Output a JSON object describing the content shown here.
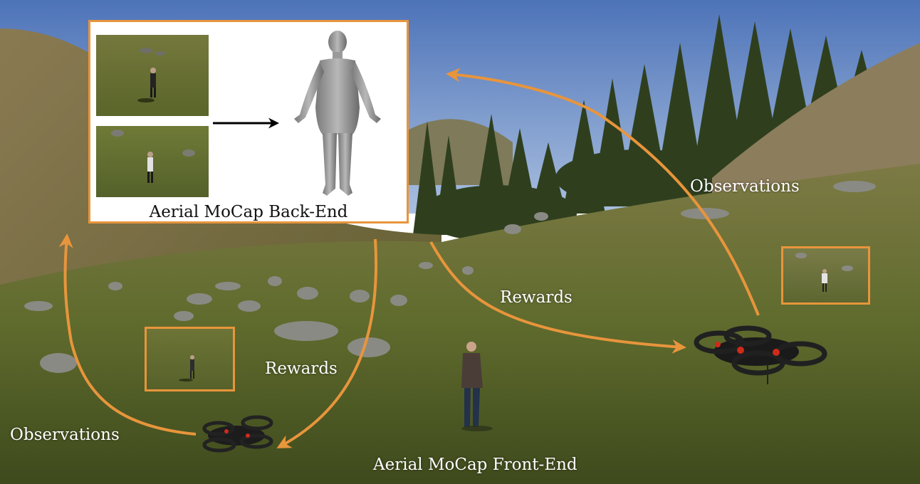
{
  "labels": {
    "backend_title": "Aerial MoCap Back-End",
    "frontend_title": "Aerial MoCap Front-End",
    "observations_left": "Observations",
    "observations_right": "Observations",
    "rewards_left": "Rewards",
    "rewards_right": "Rewards"
  },
  "colors": {
    "accent": "#e8953c",
    "arrow_dark": "#000000",
    "sky": "#6f8fc4",
    "grass": "#5e6b2c"
  },
  "icons": {
    "drone_left": "quadcopter-drone-icon",
    "drone_right": "quadcopter-drone-icon",
    "body_model": "human-body-mesh-icon",
    "person": "standing-person-icon"
  }
}
